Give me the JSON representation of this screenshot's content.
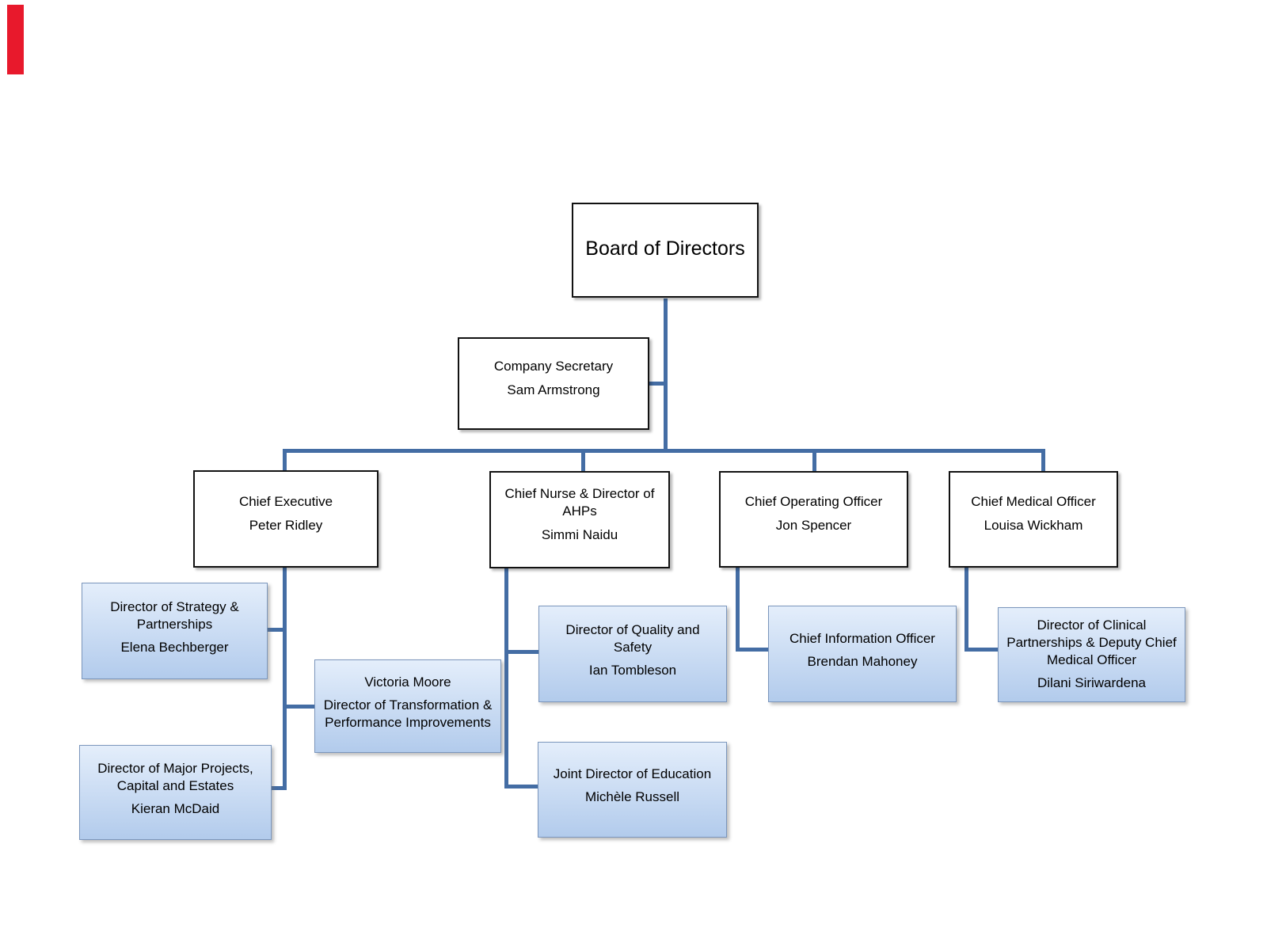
{
  "style": {
    "background": "#ffffff",
    "connector_color": "#446da4",
    "white_box_bg": "#ffffff",
    "white_box_border": "#121212",
    "blue_box_top": "#e4eefb",
    "blue_box_bottom": "#b2cbec",
    "blue_box_border": "#7b96bc",
    "text_color": "#000000",
    "red_marker": "#e8192c"
  },
  "org": {
    "board": {
      "title": "Board of Directors"
    },
    "company_secretary": {
      "role": "Company Secretary",
      "name": "Sam Armstrong"
    },
    "chief_executive": {
      "role": "Chief Executive",
      "name": "Peter Ridley"
    },
    "chief_nurse": {
      "role": "Chief Nurse & Director of\nAHPs",
      "name": "Simmi Naidu"
    },
    "chief_operating_officer": {
      "role": "Chief Operating Officer",
      "name": "Jon Spencer"
    },
    "chief_medical_officer": {
      "role": "Chief Medical Officer",
      "name": "Louisa Wickham"
    },
    "director_strategy_partnerships": {
      "role": "Director of Strategy &\nPartnerships",
      "name": "Elena Bechberger"
    },
    "director_transformation": {
      "name": "Victoria Moore",
      "role": "Director of Transformation &\nPerformance Improvements"
    },
    "director_major_projects": {
      "role": "Director of Major Projects,\nCapital and Estates",
      "name": "Kieran McDaid"
    },
    "director_quality_safety": {
      "role": "Director of Quality and\nSafety",
      "name": "Ian Tombleson"
    },
    "joint_director_education": {
      "role": "Joint Director of Education",
      "name": "Michèle Russell"
    },
    "chief_information_officer": {
      "role": "Chief Information Officer",
      "name": "Brendan Mahoney"
    },
    "director_clinical_partnerships": {
      "role": "Director of Clinical\nPartnerships & Deputy Chief\nMedical Officer",
      "name": "Dilani Siriwardena"
    }
  }
}
